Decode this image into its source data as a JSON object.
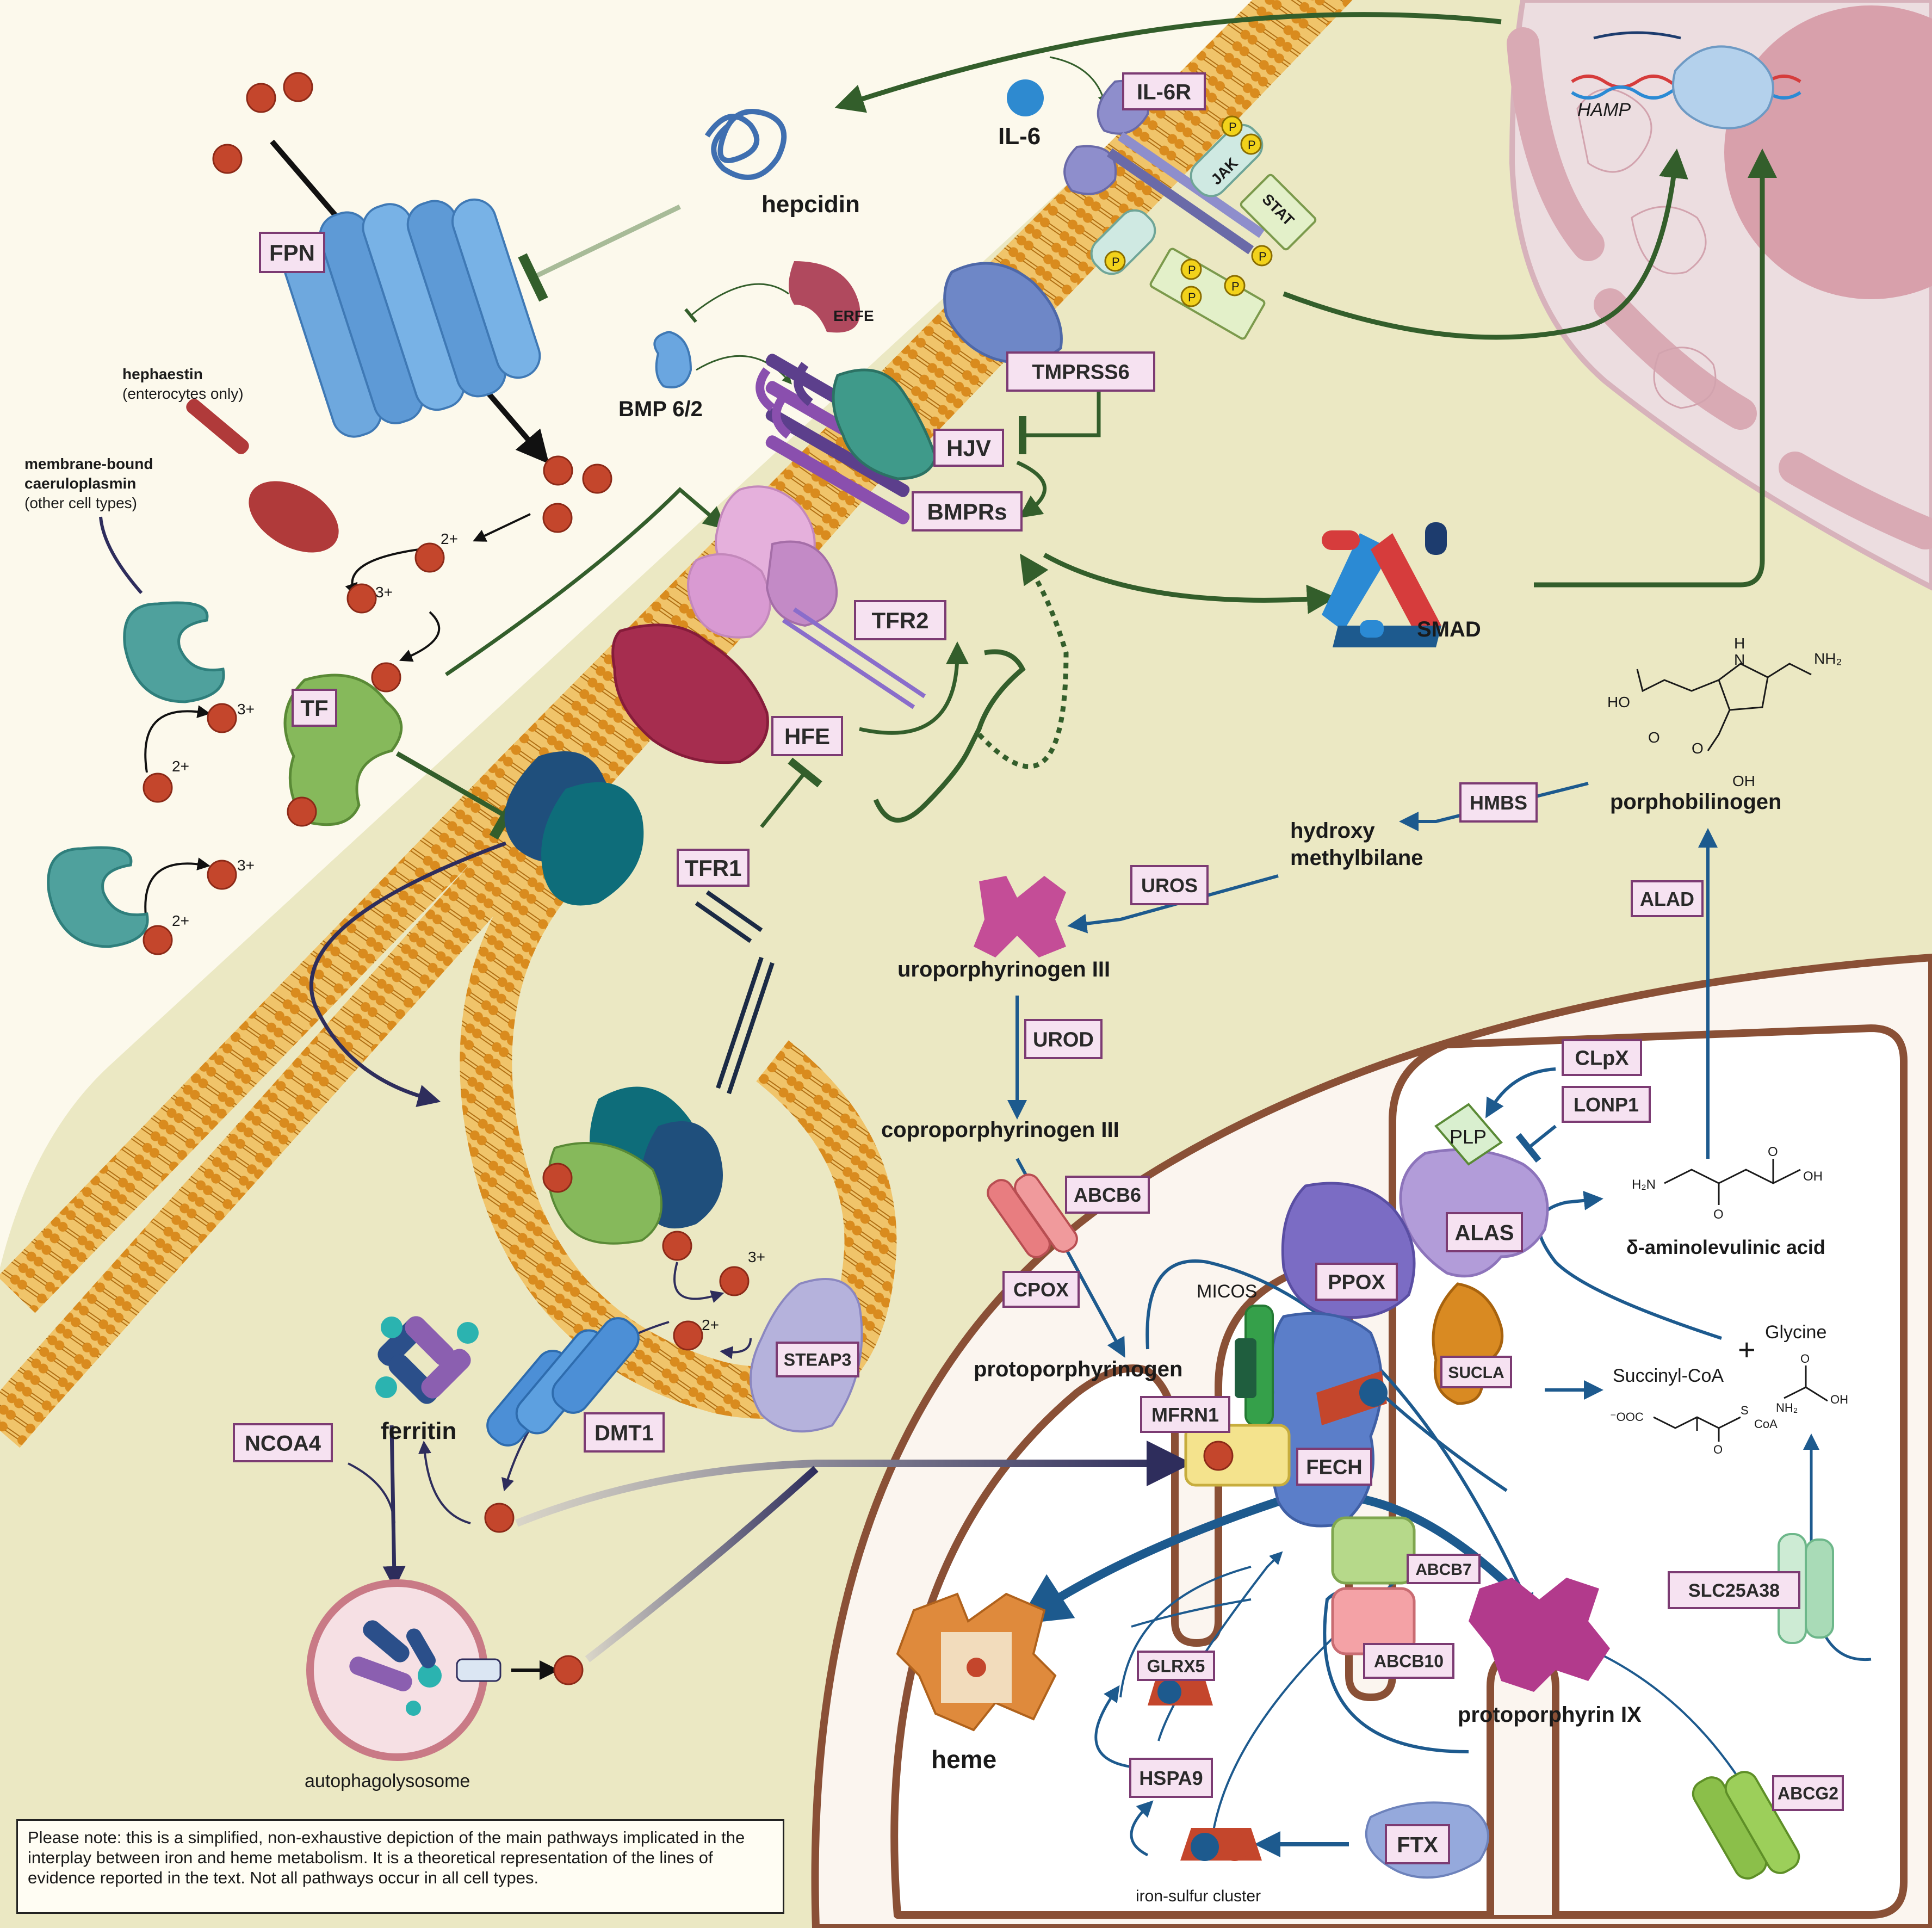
{
  "title": "",
  "proteins": {
    "fpn": "FPN",
    "tf": "TF",
    "tfr1": "TFR1",
    "tfr2": "TFR2",
    "hfe": "HFE",
    "hjv": "HJV",
    "bmprs": "BMPRs",
    "tmprss6": "TMPRSS6",
    "il6r": "IL-6R",
    "dmt1": "DMT1",
    "steap3": "STEAP3",
    "ncoa4": "NCOA4",
    "hmbs": "HMBS",
    "uros": "UROS",
    "urod": "UROD",
    "abcb6": "ABCB6",
    "cpox": "CPOX",
    "ppox": "PPOX",
    "alas": "ALAS",
    "alad": "ALAD",
    "clpx": "CLpX",
    "lonp1": "LONP1",
    "sucla": "SUCLA",
    "mfrn1": "MFRN1",
    "fech": "FECH",
    "abcb7": "ABCB7",
    "abcb10": "ABCB10",
    "glrx5": "GLRX5",
    "hspa9": "HSPA9",
    "ftx": "FTX",
    "slc25a38": "SLC25A38",
    "abcg2": "ABCG2"
  },
  "labels": {
    "hepcidin": "hepcidin",
    "il6": "IL-6",
    "erfe": "ERFE",
    "bmp": "BMP 6/2",
    "smad": "SMAD",
    "jak": "JAK",
    "stat": "STAT",
    "p": "P",
    "hamp": "HAMP",
    "hephaestin": "hephaestin",
    "hephaestin_note": "(enterocytes only)",
    "ceruloplasmin_1": "membrane-bound",
    "ceruloplasmin_2": "caeruloplasmin",
    "ceruloplasmin_note": "(other cell types)",
    "ferritin": "ferritin",
    "autophagolysosome": "autophagolysosome",
    "charge_2": "2+",
    "charge_3": "3+",
    "plp": "PLP",
    "micos": "MICOS",
    "heme": "heme",
    "iron_sulfur": "iron-sulfur cluster",
    "plus": "+"
  },
  "metabolites": {
    "porphobilinogen": "porphobilinogen",
    "hmb_1": "hydroxy",
    "hmb_2": "methylbilane",
    "uroporphyrinogen": "uroporphyrinogen III",
    "coproporphyrinogen": "coproporphyrinogen III",
    "protoporphyrinogen": "protoporphyrinogen",
    "protoporphyrin": "protoporphyrin IX",
    "ala": "δ-aminolevulinic acid",
    "glycine": "Glycine",
    "succinyl": "Succinyl-CoA"
  },
  "chem_text": {
    "nh": "H",
    "n": "N",
    "nh2": "NH₂",
    "ho": "HO",
    "o": "O",
    "oh": "OH",
    "h2n": "H₂N",
    "ooc": "⁻OOC",
    "s": "S",
    "coa": "CoA"
  },
  "note": "Please note: this is a simplified, non-exhaustive depiction of the main pathways implicated in the interplay between iron and heme metabolism. It is a theoretical representation of the lines of evidence reported in the text. Not all pathways occur in all cell types.",
  "colors": {
    "cytoplasm": "#ebe8c3",
    "extracellular": "#fcf9ec",
    "membrane": "#e09a2c",
    "iron": "#c4462c",
    "box_fill": "#f6e2f1",
    "box_stroke": "#7c3b73",
    "green_arrow": "#335e2b",
    "blue_arrow": "#1d5a8e",
    "navy_arrow": "#2e2d5c",
    "mito_membrane": "#8a5036",
    "nucleus": "#ecdde0"
  }
}
